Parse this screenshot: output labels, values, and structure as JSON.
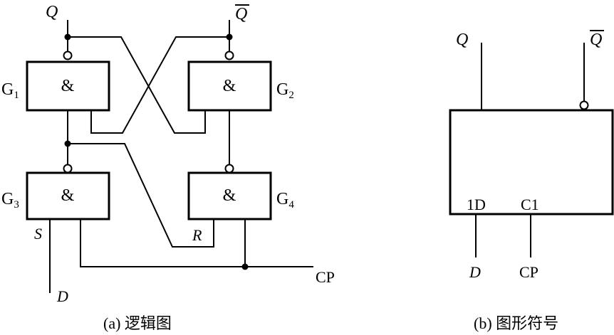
{
  "logic_diagram": {
    "caption": "(a) 逻辑图",
    "output_q": "Q",
    "output_q_bar": "Q",
    "gates": [
      {
        "id": "G1",
        "base": "G",
        "sub": "1",
        "symbol": "&"
      },
      {
        "id": "G2",
        "base": "G",
        "sub": "2",
        "symbol": "&"
      },
      {
        "id": "G3",
        "base": "G",
        "sub": "3",
        "symbol": "&"
      },
      {
        "id": "G4",
        "base": "G",
        "sub": "4",
        "symbol": "&"
      }
    ],
    "s_label": "S",
    "r_label": "R",
    "d_label": "D",
    "cp_label": "CP"
  },
  "graphic_symbol": {
    "caption": "(b) 图形符号",
    "output_q": "Q",
    "output_q_bar": "Q",
    "input_1d": "1D",
    "input_c1": "C1",
    "d_label": "D",
    "cp_label": "CP"
  }
}
